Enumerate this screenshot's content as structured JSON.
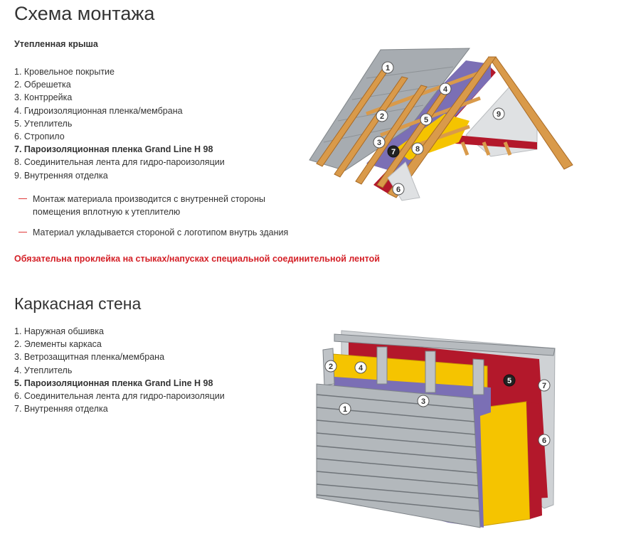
{
  "roof": {
    "title": "Схема монтажа",
    "subtitle": "Утепленная крыша",
    "items": [
      {
        "text": "1. Кровельное покрытие",
        "bold": false
      },
      {
        "text": "2. Обрешетка",
        "bold": false
      },
      {
        "text": "3. Контррейка",
        "bold": false
      },
      {
        "text": "4. Гидроизоляционная пленка/мембрана",
        "bold": false
      },
      {
        "text": "5. Утеплитель",
        "bold": false
      },
      {
        "text": "6. Стропило",
        "bold": false
      },
      {
        "text": "7. Пароизоляционная пленка Grand Line H 98",
        "bold": true
      },
      {
        "text": "8. Соединительная лента для гидро-пароизоляции",
        "bold": false
      },
      {
        "text": "9. Внутренняя отделка",
        "bold": false
      }
    ],
    "notes": [
      {
        "line1": "Монтаж материала производится с внутренней стороны",
        "line2": "помещения вплотную к утеплителю"
      },
      {
        "line1": "Материал укладывается стороной с логотипом внутрь здания",
        "line2": ""
      }
    ],
    "warning": "Обязательна проклейка на стыках/напусках специальной соединительной лентой",
    "diagram_badges": [
      "1",
      "2",
      "3",
      "4",
      "5",
      "6",
      "7",
      "8",
      "9"
    ]
  },
  "wall": {
    "title": "Каркасная стена",
    "items": [
      {
        "text": "1. Наружная обшивка",
        "bold": false
      },
      {
        "text": "2. Элементы каркаса",
        "bold": false
      },
      {
        "text": "3. Ветрозащитная пленка/мембрана",
        "bold": false
      },
      {
        "text": "4. Утеплитель",
        "bold": false
      },
      {
        "text": "5. Пароизоляционная пленка Grand Line H 98",
        "bold": true
      },
      {
        "text": "6. Соединительная лента для гидро-пароизоляции",
        "bold": false
      },
      {
        "text": "7. Внутренняя отделка",
        "bold": false
      }
    ],
    "diagram_badges": [
      "1",
      "2",
      "3",
      "4",
      "5",
      "6",
      "7"
    ]
  },
  "colors": {
    "accent_red": "#d42027",
    "note_dash": "#e03a3a",
    "membrane_purple": "#7b6fb5",
    "insulation_yellow": "#f5c400",
    "vapor_red": "#b3182b",
    "timber": "#d99a4a",
    "metal_gray": "#a7acb1"
  }
}
